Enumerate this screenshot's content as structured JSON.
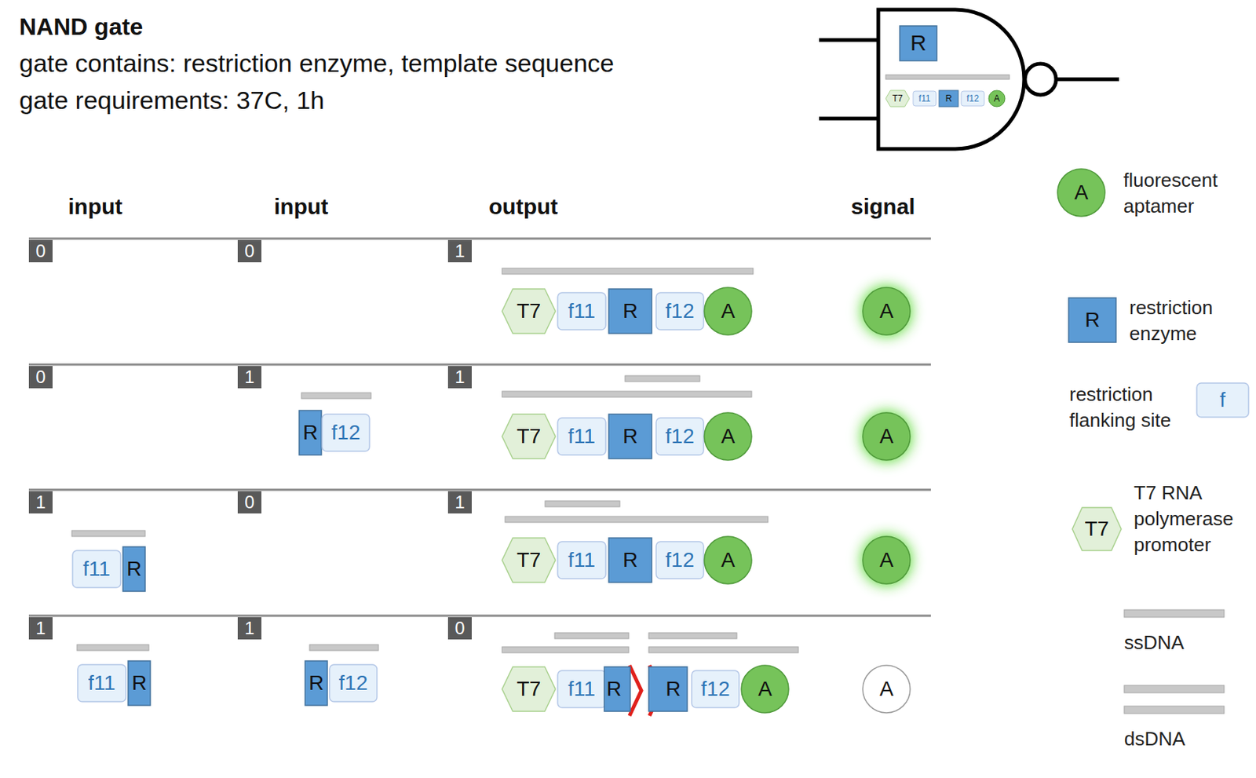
{
  "diagram": {
    "title": "NAND gate",
    "nodes": [
      {
        "text": [
          "R"
        ]
      },
      {
        "text": [
          "T7"
        ]
      },
      {
        "text": [
          "f11"
        ]
      },
      {
        "text": [
          "R"
        ]
      },
      {
        "text": [
          "f12"
        ]
      },
      {
        "text": [
          "A"
        ]
      },
      {
        "text": [
          "T7"
        ]
      },
      {
        "text": [
          "f11"
        ]
      },
      {
        "text": [
          "R"
        ]
      },
      {
        "text": [
          "f12"
        ]
      },
      {
        "text": [
          "A"
        ]
      },
      {
        "text": [
          "A"
        ]
      },
      {
        "text": [
          "R"
        ]
      },
      {
        "text": [
          "f12"
        ]
      },
      {
        "text": [
          "T7"
        ]
      },
      {
        "text": [
          "f11"
        ]
      },
      {
        "text": [
          "R"
        ]
      },
      {
        "text": [
          "f12"
        ]
      },
      {
        "text": [
          "A"
        ]
      },
      {
        "text": [
          "A"
        ]
      },
      {
        "text": [
          "f11"
        ]
      },
      {
        "text": [
          "R"
        ]
      },
      {
        "text": [
          "T7"
        ]
      },
      {
        "text": [
          "f11"
        ]
      },
      {
        "text": [
          "R"
        ]
      },
      {
        "text": [
          "f12"
        ]
      },
      {
        "text": [
          "A"
        ]
      },
      {
        "text": [
          "A"
        ]
      },
      {
        "text": [
          "f11"
        ]
      },
      {
        "text": [
          "R"
        ]
      },
      {
        "text": [
          "R"
        ]
      },
      {
        "text": [
          "f12"
        ]
      },
      {
        "text": [
          "T7"
        ]
      },
      {
        "text": [
          "f11"
        ]
      },
      {
        "text": [
          "R"
        ]
      },
      {
        "text": [
          "R"
        ]
      },
      {
        "text": [
          "f12"
        ]
      },
      {
        "text": [
          "A"
        ]
      },
      {
        "text": [
          "A"
        ]
      },
      {
        "text": [
          "A"
        ]
      },
      {
        "text": [
          "R"
        ]
      },
      {
        "text": [
          "f"
        ]
      },
      {
        "text": [
          "T7"
        ]
      }
    ],
    "labels": [
      "gate contains: restriction enzyme, template sequence",
      "gate requirements: 37C, 1h",
      "input",
      "input",
      "output",
      "signal",
      "0",
      "0",
      "1",
      "0",
      "1",
      "1",
      "1",
      "0",
      "1",
      "1",
      "1",
      "0"
    ],
    "legend": [
      {
        "text": "fluorescent aptamer"
      },
      {
        "text": "restriction enzyme"
      },
      {
        "text": "restriction flanking site"
      },
      {
        "text": "T7 RNA polymerase promoter"
      },
      {
        "text": "ssDNA"
      },
      {
        "text": "dsDNA"
      }
    ]
  }
}
